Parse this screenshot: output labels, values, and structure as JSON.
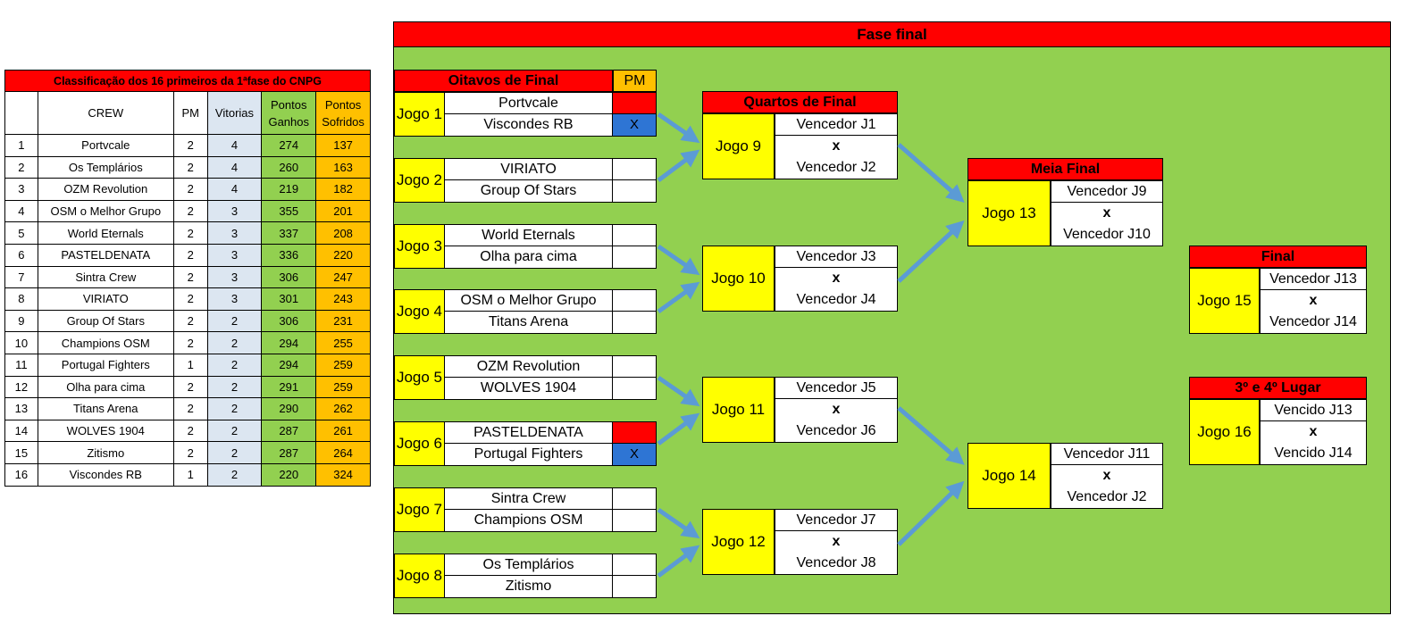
{
  "standings": {
    "title": "Classificação dos 16 primeiros da 1ªfase do CNPG",
    "headers": {
      "crew": "CREW",
      "pm": "PM",
      "vitorias": "Vitorias",
      "pg": "Pontos Ganhos",
      "ps": "Pontos Sofridos"
    },
    "rows": [
      [
        "1",
        "Portvcale",
        "2",
        "4",
        "274",
        "137"
      ],
      [
        "2",
        "Os Templários",
        "2",
        "4",
        "260",
        "163"
      ],
      [
        "3",
        "OZM Revolution",
        "2",
        "4",
        "219",
        "182"
      ],
      [
        "4",
        "OSM o Melhor Grupo",
        "2",
        "3",
        "355",
        "201"
      ],
      [
        "5",
        "World Eternals",
        "2",
        "3",
        "337",
        "208"
      ],
      [
        "6",
        "PASTELDENATA",
        "2",
        "3",
        "336",
        "220"
      ],
      [
        "7",
        "Sintra Crew",
        "2",
        "3",
        "306",
        "247"
      ],
      [
        "8",
        "VIRIATO",
        "2",
        "3",
        "301",
        "243"
      ],
      [
        "9",
        "Group Of Stars",
        "2",
        "2",
        "306",
        "231"
      ],
      [
        "10",
        "Champions OSM",
        "2",
        "2",
        "294",
        "255"
      ],
      [
        "11",
        "Portugal Fighters",
        "1",
        "2",
        "294",
        "259"
      ],
      [
        "12",
        "Olha para cima",
        "2",
        "2",
        "291",
        "259"
      ],
      [
        "13",
        "Titans Arena",
        "2",
        "2",
        "290",
        "262"
      ],
      [
        "14",
        "WOLVES 1904",
        "2",
        "2",
        "287",
        "261"
      ],
      [
        "15",
        "Zitismo",
        "2",
        "2",
        "287",
        "264"
      ],
      [
        "16",
        "Viscondes RB",
        "1",
        "2",
        "220",
        "324"
      ]
    ]
  },
  "bracket": {
    "title": "Fase final",
    "r16": {
      "label": "Oitavos de Final",
      "pm_label": "PM",
      "games": [
        {
          "game": "Jogo 1",
          "teams": [
            "Portvcale",
            "Viscondes RB"
          ],
          "results": [
            "",
            ""
          ],
          "colors": [
            "#ff0000",
            "#2e75d4"
          ],
          "marks": [
            "",
            "X"
          ]
        },
        {
          "game": "Jogo 2",
          "teams": [
            "VIRIATO",
            "Group Of Stars"
          ],
          "results": [
            "",
            ""
          ],
          "colors": [
            "",
            ""
          ],
          "marks": [
            "",
            ""
          ]
        },
        {
          "game": "Jogo 3",
          "teams": [
            "World Eternals",
            "Olha para cima"
          ],
          "results": [
            "",
            ""
          ],
          "colors": [
            "",
            ""
          ],
          "marks": [
            "",
            ""
          ]
        },
        {
          "game": "Jogo 4",
          "teams": [
            "OSM o Melhor Grupo",
            "Titans Arena"
          ],
          "results": [
            "",
            ""
          ],
          "colors": [
            "",
            ""
          ],
          "marks": [
            "",
            ""
          ]
        },
        {
          "game": "Jogo 5",
          "teams": [
            "OZM Revolution",
            "WOLVES 1904"
          ],
          "results": [
            "",
            ""
          ],
          "colors": [
            "",
            ""
          ],
          "marks": [
            "",
            ""
          ]
        },
        {
          "game": "Jogo 6",
          "teams": [
            "PASTELDENATA",
            "Portugal Fighters"
          ],
          "results": [
            "",
            ""
          ],
          "colors": [
            "#ff0000",
            "#2e75d4"
          ],
          "marks": [
            "",
            "X"
          ]
        },
        {
          "game": "Jogo 7",
          "teams": [
            "Sintra Crew",
            "Champions OSM"
          ],
          "results": [
            "",
            ""
          ],
          "colors": [
            "",
            ""
          ],
          "marks": [
            "",
            ""
          ]
        },
        {
          "game": "Jogo 8",
          "teams": [
            "Os Templários",
            "Zitismo"
          ],
          "results": [
            "",
            ""
          ],
          "colors": [
            "",
            ""
          ],
          "marks": [
            "",
            ""
          ]
        }
      ]
    },
    "qf": {
      "label": "Quartos de Final",
      "games": [
        {
          "game": "Jogo 9",
          "slots": [
            "Vencedor J1",
            "x",
            "Vencedor J2"
          ]
        },
        {
          "game": "Jogo 10",
          "slots": [
            "Vencedor J3",
            "x",
            "Vencedor J4"
          ]
        },
        {
          "game": "Jogo 11",
          "slots": [
            "Vencedor J5",
            "x",
            "Vencedor J6"
          ]
        },
        {
          "game": "Jogo 12",
          "slots": [
            "Vencedor J7",
            "x",
            "Vencedor J8"
          ]
        }
      ]
    },
    "sf": {
      "label": "Meia Final",
      "games": [
        {
          "game": "Jogo 13",
          "slots": [
            "Vencedor J9",
            "x",
            "Vencedor J10"
          ]
        },
        {
          "game": "Jogo 14",
          "slots": [
            "Vencedor J11",
            "x",
            "Vencedor J2"
          ]
        }
      ]
    },
    "final": {
      "label": "Final",
      "game": "Jogo 15",
      "slots": [
        "Vencedor J13",
        "x",
        "Vencedor J14"
      ]
    },
    "third": {
      "label": "3º e 4º Lugar",
      "game": "Jogo 16",
      "slots": [
        "Vencido J13",
        "x",
        "Vencido J14"
      ]
    }
  },
  "colors": {
    "red": "#ff0000",
    "yellow": "#ffff00",
    "green": "#92d050",
    "orange": "#ffc000",
    "blue": "#2e75d4",
    "lavender": "#dce6f1",
    "arrow": "#5b9bd5"
  },
  "icons": {
    "arrow": "arrow-right-icon"
  }
}
